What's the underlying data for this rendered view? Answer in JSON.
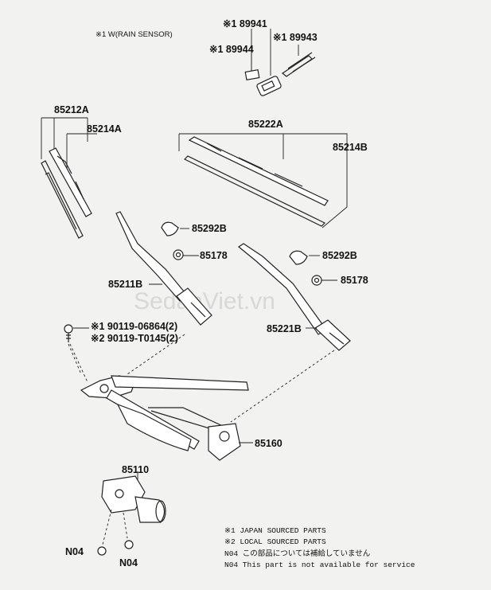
{
  "header_note": "※1 W(RAIN SENSOR)",
  "watermark": "SedanViet.vn",
  "parts": {
    "p89941": "※1 89941",
    "p89944": "※1 89944",
    "p89943": "※1 89943",
    "p85212A": "85212A",
    "p85214A": "85214A",
    "p85222A": "85222A",
    "p85214B": "85214B",
    "p85292B_1": "85292B",
    "p85178_1": "85178",
    "p85292B_2": "85292B",
    "p85178_2": "85178",
    "p85211B": "85211B",
    "p85221B": "85221B",
    "bolt_1": "※1 90119-06864(2)",
    "bolt_2": "※2 90119-T0145(2)",
    "p85160": "85160",
    "p85110": "85110",
    "n04_left": "N04",
    "n04_bottom": "N04"
  },
  "legend": {
    "line1": "※1 JAPAN SOURCED PARTS",
    "line2": "※2 LOCAL SOURCED PARTS",
    "line3": "N04 この部品については補給していません",
    "line4": "N04 This part is not available for service"
  }
}
